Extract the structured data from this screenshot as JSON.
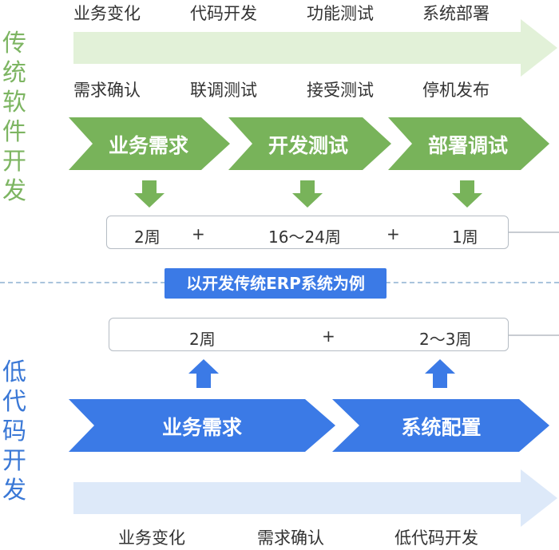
{
  "colors": {
    "green": "#78b35a",
    "green_light": "#e2f1d8",
    "green_text": "#7db562",
    "blue": "#3b7ae6",
    "blue_light": "#dde9f9",
    "blue_text": "#3a78d6",
    "divider": "#a9c4dc"
  },
  "traditional": {
    "side_label": "传\n统\n软\n件\n开\n发",
    "top_labels": [
      "业务变化",
      "代码开发",
      "功能测试",
      "系统部署"
    ],
    "mid_labels": [
      "需求确认",
      "联调测试",
      "接受测试",
      "停机发布"
    ],
    "stages": [
      "业务需求",
      "开发测试",
      "部署调试"
    ],
    "duration": {
      "a": "2周",
      "plus1": "+",
      "b": "16～24周",
      "plus2": "+",
      "c": "1周"
    }
  },
  "center_label": "以开发传统ERP系统为例",
  "lowcode": {
    "side_label": "低\n代\n码\n开\n发",
    "duration": {
      "a": "2周",
      "plus": "+",
      "b": "2～3周"
    },
    "stages": [
      "业务需求",
      "系统配置"
    ],
    "bottom_labels": [
      "业务变化",
      "需求确认",
      "低代码开发"
    ]
  }
}
